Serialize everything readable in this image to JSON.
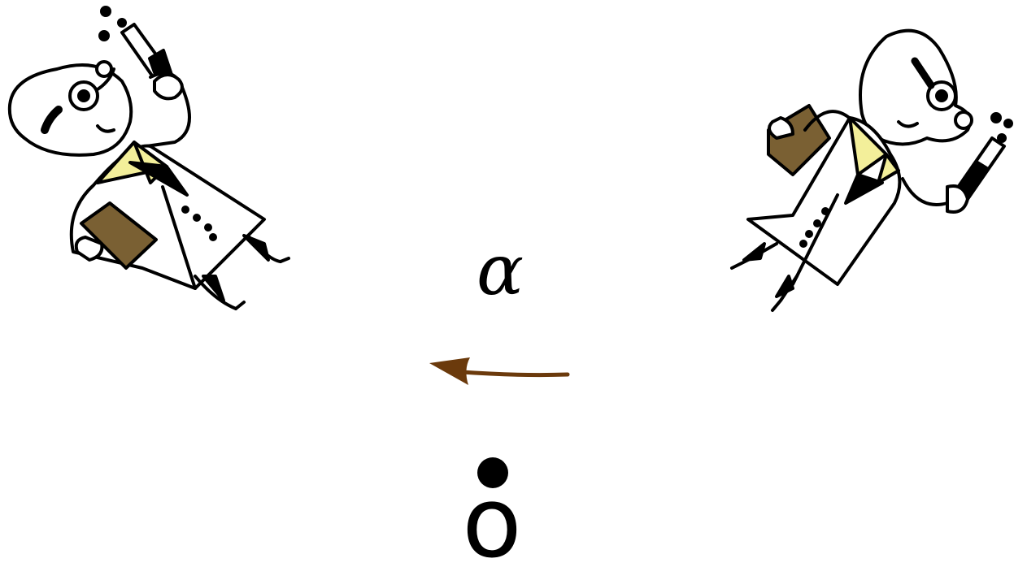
{
  "diagram": {
    "greek_label": "α",
    "symbol_letter": "o",
    "arrow_direction": "left",
    "colors": {
      "arrow": "#6b3a0c",
      "clipboard": "#7a6033",
      "collar": "#f3ef9a",
      "line": "#000000",
      "background": "#ffffff"
    },
    "icons": [
      "scientist-left-icon",
      "scientist-right-icon",
      "clipboard-icon",
      "test-tube-icon"
    ]
  }
}
